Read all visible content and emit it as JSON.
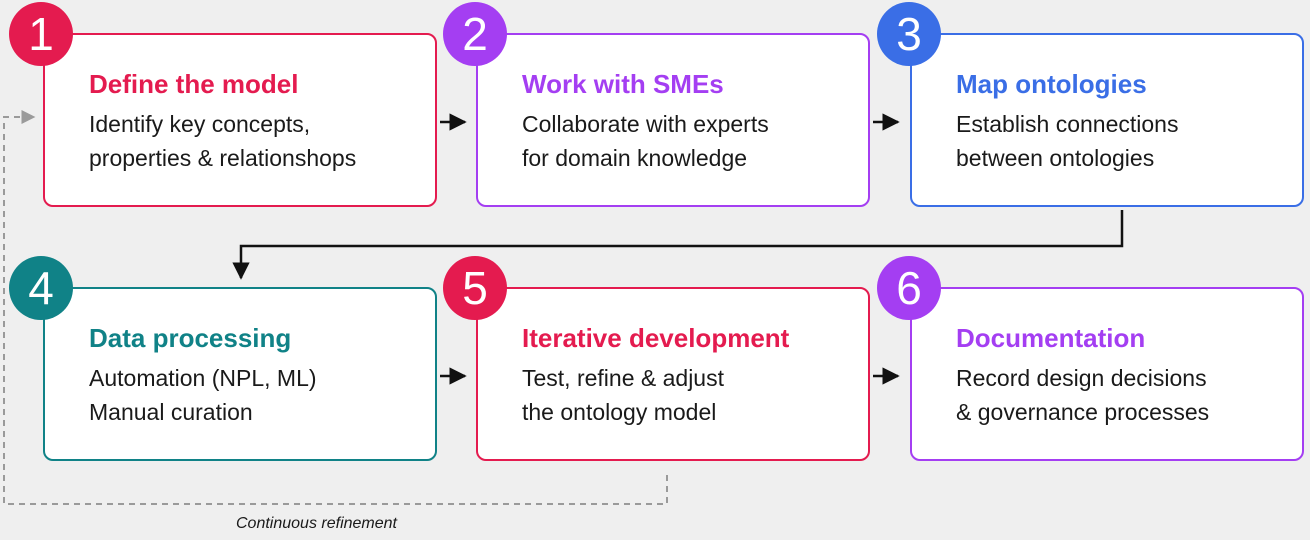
{
  "steps": [
    {
      "number": "1",
      "title": "Define the model",
      "lines": [
        "Identify key concepts,",
        "properties & relationshops"
      ],
      "color": "#e41b4f"
    },
    {
      "number": "2",
      "title": "Work with SMEs",
      "lines": [
        "Collaborate with experts",
        "for domain knowledge"
      ],
      "color": "#a43ef2"
    },
    {
      "number": "3",
      "title": "Map ontologies",
      "lines": [
        "Establish connections",
        "between ontologies"
      ],
      "color": "#3a6ee6"
    },
    {
      "number": "4",
      "title": "Data processing",
      "lines": [
        "Automation (NPL, ML)",
        "Manual curation"
      ],
      "color": "#108287"
    },
    {
      "number": "5",
      "title": "Iterative development",
      "lines": [
        "Test, refine & adjust",
        "the ontology model"
      ],
      "color": "#e41b4f"
    },
    {
      "number": "6",
      "title": "Documentation",
      "lines": [
        "Record design decisions",
        "& governance processes"
      ],
      "color": "#a43ef2"
    }
  ],
  "feedback_label": "Continuous refinement",
  "colors": {
    "background": "#efefef",
    "connector": "#111111",
    "dashed": "#9a9a9a"
  }
}
